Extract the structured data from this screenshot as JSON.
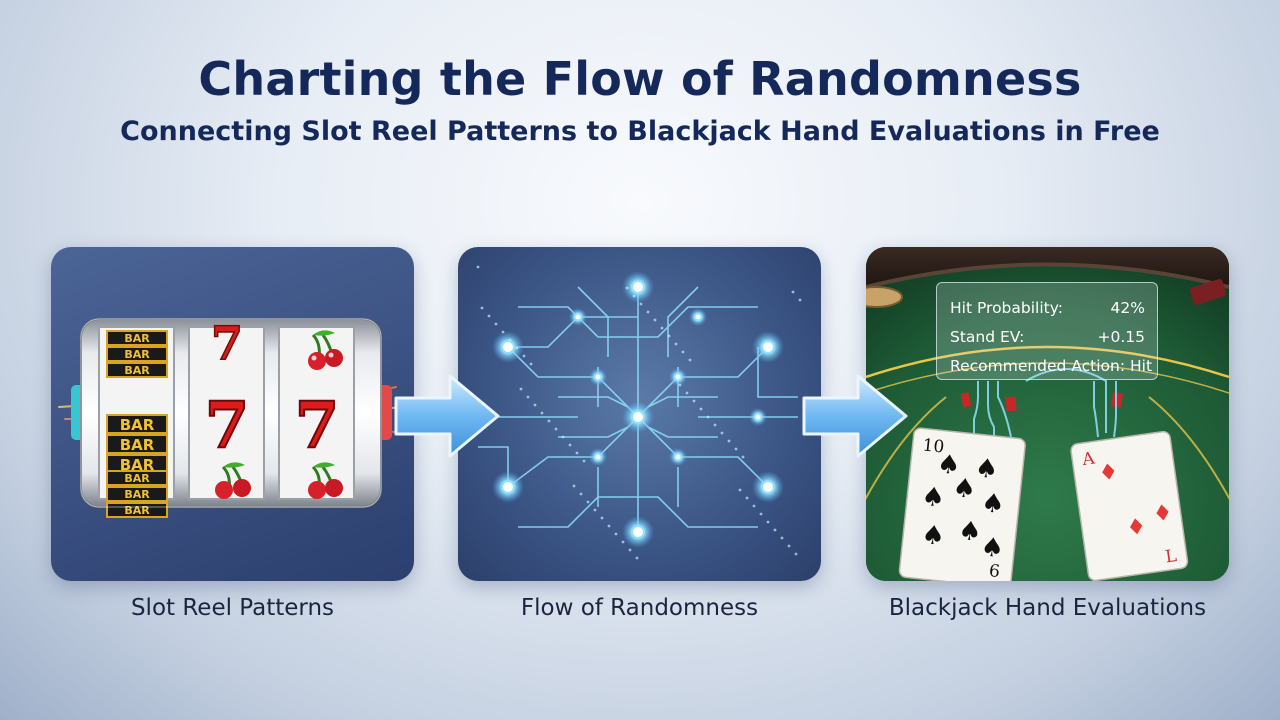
{
  "header": {
    "title": "Charting the Flow of Randomness",
    "subtitle": "Connecting Slot Reel Patterns to Blackjack Hand Evaluations in Free"
  },
  "panels": [
    {
      "caption": "Slot Reel Patterns",
      "reel_symbols": {
        "bar": "BAR",
        "seven": "7"
      }
    },
    {
      "caption": "Flow of Randomness"
    },
    {
      "caption": "Blackjack Hand Evaluations",
      "stats": [
        {
          "label": "Hit Probability:",
          "value": "42%"
        },
        {
          "label": "Stand EV:",
          "value": "+0.15"
        },
        {
          "label": "Recommended Action: Hit",
          "value": ""
        }
      ],
      "cards": [
        {
          "rank": "10",
          "suit": "♠",
          "corner_bottom": "6"
        },
        {
          "rank": "A",
          "suit": "♦",
          "corner_bottom": "L"
        }
      ]
    }
  ],
  "colors": {
    "title": "#14285a",
    "arrow": "#6fb8f2",
    "table_felt": "#1f5a3a",
    "glow": "#8fe0ff"
  }
}
